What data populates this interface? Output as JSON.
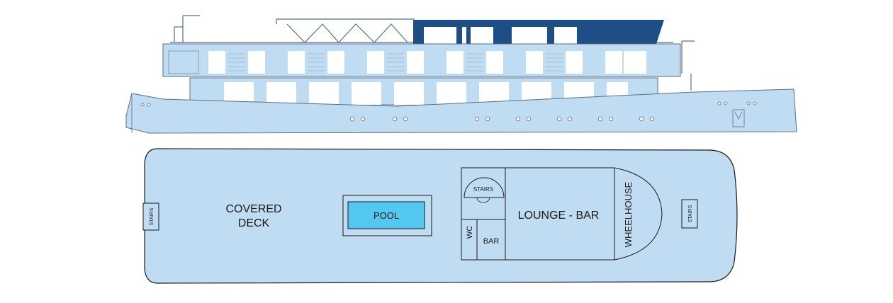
{
  "colors": {
    "hull_fill": "#c0dcf2",
    "outline": "#5b6f82",
    "navy_deck": "#1f4e86",
    "pool_fill": "#55c8f2",
    "text": "#1a1a1a"
  },
  "deck_plan": {
    "stairs_left": "STAIRS",
    "covered_deck_line1": "COVERED",
    "covered_deck_line2": "DECK",
    "pool": "POOL",
    "stairs_center": "STAIRS",
    "wc": "WC",
    "bar": "BAR",
    "lounge_bar": "LOUNGE - BAR",
    "wheelhouse": "WHEELHOUSE",
    "stairs_right": "STAIRS"
  }
}
